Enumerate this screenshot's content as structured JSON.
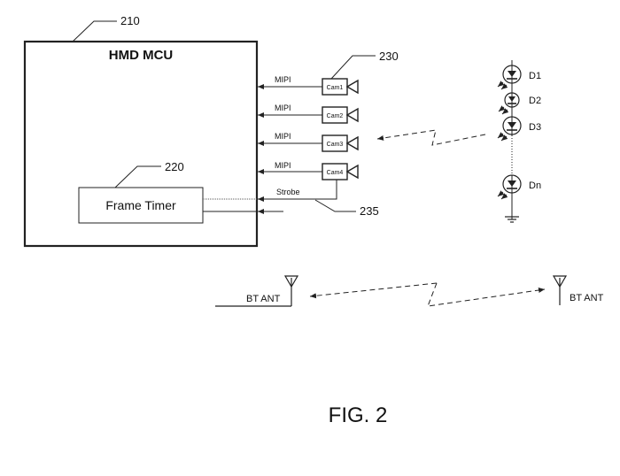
{
  "figure": {
    "caption": "FIG. 2",
    "ref_numbers": {
      "mcu": "210",
      "frame_timer": "220",
      "cameras": "230",
      "strobe": "235"
    },
    "mcu": {
      "title": "HMD MCU"
    },
    "frame_timer": {
      "label": "Frame Timer"
    },
    "cameras": [
      {
        "label": "Cam1",
        "bus": "MIPI"
      },
      {
        "label": "Cam2",
        "bus": "MIPI"
      },
      {
        "label": "Cam3",
        "bus": "MIPI"
      },
      {
        "label": "Cam4",
        "bus": "MIPI"
      }
    ],
    "strobe_label": "Strobe",
    "leds": [
      {
        "label": "D1"
      },
      {
        "label": "D2"
      },
      {
        "label": "D3"
      },
      {
        "label": "Dn"
      }
    ],
    "antennas": [
      {
        "label": "BT ANT"
      },
      {
        "label": "BT ANT"
      }
    ]
  }
}
